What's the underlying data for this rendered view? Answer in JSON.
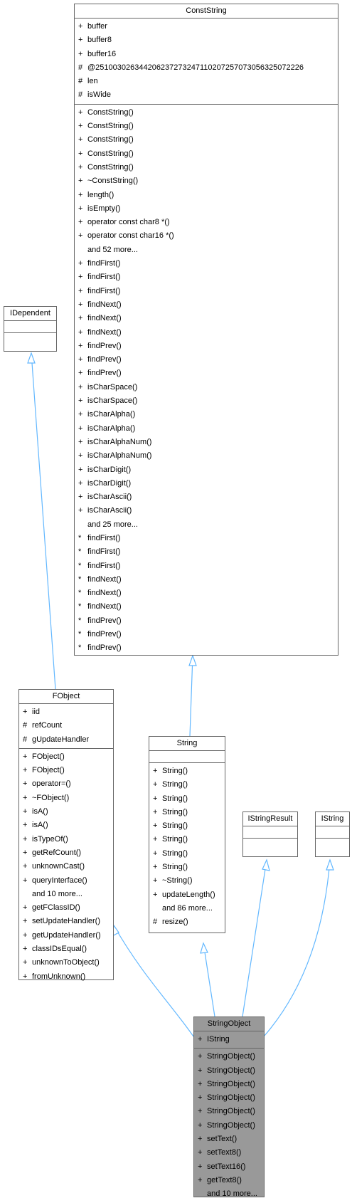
{
  "classes": {
    "ConstString": {
      "name": "ConstString",
      "attributes": [
        {
          "vis": "+",
          "name": "buffer"
        },
        {
          "vis": "+",
          "name": "buffer8"
        },
        {
          "vis": "+",
          "name": "buffer16"
        },
        {
          "vis": "#",
          "name": "@25100302634420623727324711020725707305632507222​6"
        },
        {
          "vis": "#",
          "name": "len"
        },
        {
          "vis": "#",
          "name": "isWide"
        }
      ],
      "methods": [
        {
          "vis": "+",
          "name": "ConstString()"
        },
        {
          "vis": "+",
          "name": "ConstString()"
        },
        {
          "vis": "+",
          "name": "ConstString()"
        },
        {
          "vis": "+",
          "name": "ConstString()"
        },
        {
          "vis": "+",
          "name": "ConstString()"
        },
        {
          "vis": "+",
          "name": "~ConstString()"
        },
        {
          "vis": "+",
          "name": "length()"
        },
        {
          "vis": "+",
          "name": "isEmpty()"
        },
        {
          "vis": "+",
          "name": "operator const char8 *()"
        },
        {
          "vis": "+",
          "name": "operator const char16 *()"
        },
        {
          "vis": "",
          "name": "and 52 more..."
        },
        {
          "vis": "+",
          "name": "findFirst()"
        },
        {
          "vis": "+",
          "name": "findFirst()"
        },
        {
          "vis": "+",
          "name": "findFirst()"
        },
        {
          "vis": "+",
          "name": "findNext()"
        },
        {
          "vis": "+",
          "name": "findNext()"
        },
        {
          "vis": "+",
          "name": "findNext()"
        },
        {
          "vis": "+",
          "name": "findPrev()"
        },
        {
          "vis": "+",
          "name": "findPrev()"
        },
        {
          "vis": "+",
          "name": "findPrev()"
        },
        {
          "vis": "+",
          "name": "isCharSpace()"
        },
        {
          "vis": "+",
          "name": "isCharSpace()"
        },
        {
          "vis": "+",
          "name": "isCharAlpha()"
        },
        {
          "vis": "+",
          "name": "isCharAlpha()"
        },
        {
          "vis": "+",
          "name": "isCharAlphaNum()"
        },
        {
          "vis": "+",
          "name": "isCharAlphaNum()"
        },
        {
          "vis": "+",
          "name": "isCharDigit()"
        },
        {
          "vis": "+",
          "name": "isCharDigit()"
        },
        {
          "vis": "+",
          "name": "isCharAscii()"
        },
        {
          "vis": "+",
          "name": "isCharAscii()"
        },
        {
          "vis": "",
          "name": "and 25 more..."
        },
        {
          "vis": "*",
          "name": "findFirst()"
        },
        {
          "vis": "*",
          "name": "findFirst()"
        },
        {
          "vis": "*",
          "name": "findFirst()"
        },
        {
          "vis": "*",
          "name": "findNext()"
        },
        {
          "vis": "*",
          "name": "findNext()"
        },
        {
          "vis": "*",
          "name": "findNext()"
        },
        {
          "vis": "*",
          "name": "findPrev()"
        },
        {
          "vis": "*",
          "name": "findPrev()"
        },
        {
          "vis": "*",
          "name": "findPrev()"
        }
      ]
    },
    "IDependent": {
      "name": "IDependent",
      "attributes": [],
      "methods": []
    },
    "FObject": {
      "name": "FObject",
      "attributes": [
        {
          "vis": "+",
          "name": "iid"
        },
        {
          "vis": "#",
          "name": "refCount"
        },
        {
          "vis": "#",
          "name": "gUpdateHandler"
        }
      ],
      "methods": [
        {
          "vis": "+",
          "name": "FObject()"
        },
        {
          "vis": "+",
          "name": "FObject()"
        },
        {
          "vis": "+",
          "name": "operator=()"
        },
        {
          "vis": "+",
          "name": "~FObject()"
        },
        {
          "vis": "+",
          "name": "isA()"
        },
        {
          "vis": "+",
          "name": "isA()"
        },
        {
          "vis": "+",
          "name": "isTypeOf()"
        },
        {
          "vis": "+",
          "name": "getRefCount()"
        },
        {
          "vis": "+",
          "name": "unknownCast()"
        },
        {
          "vis": "+",
          "name": "queryInterface()"
        },
        {
          "vis": "",
          "name": "and 10 more..."
        },
        {
          "vis": "+",
          "name": "getFClassID()"
        },
        {
          "vis": "+",
          "name": "setUpdateHandler()"
        },
        {
          "vis": "+",
          "name": "getUpdateHandler()"
        },
        {
          "vis": "+",
          "name": "classIDsEqual()"
        },
        {
          "vis": "+",
          "name": "unknownToObject()"
        },
        {
          "vis": "+",
          "name": "fromUnknown()"
        }
      ]
    },
    "String": {
      "name": "String",
      "attributes": [],
      "methods": [
        {
          "vis": "+",
          "name": "String()"
        },
        {
          "vis": "+",
          "name": "String()"
        },
        {
          "vis": "+",
          "name": "String()"
        },
        {
          "vis": "+",
          "name": "String()"
        },
        {
          "vis": "+",
          "name": "String()"
        },
        {
          "vis": "+",
          "name": "String()"
        },
        {
          "vis": "+",
          "name": "String()"
        },
        {
          "vis": "+",
          "name": "String()"
        },
        {
          "vis": "+",
          "name": "~String()"
        },
        {
          "vis": "+",
          "name": "updateLength()"
        },
        {
          "vis": "",
          "name": "and 86 more..."
        },
        {
          "vis": "#",
          "name": "resize()"
        }
      ]
    },
    "IStringResult": {
      "name": "IStringResult",
      "attributes": [],
      "methods": []
    },
    "IString": {
      "name": "IString",
      "attributes": [],
      "methods": []
    },
    "StringObject": {
      "name": "StringObject",
      "attributes": [
        {
          "vis": "+",
          "name": "IString"
        }
      ],
      "methods": [
        {
          "vis": "+",
          "name": "StringObject()"
        },
        {
          "vis": "+",
          "name": "StringObject()"
        },
        {
          "vis": "+",
          "name": "StringObject()"
        },
        {
          "vis": "+",
          "name": "StringObject()"
        },
        {
          "vis": "+",
          "name": "StringObject()"
        },
        {
          "vis": "+",
          "name": "StringObject()"
        },
        {
          "vis": "+",
          "name": "setText()"
        },
        {
          "vis": "+",
          "name": "setText8()"
        },
        {
          "vis": "+",
          "name": "setText16()"
        },
        {
          "vis": "+",
          "name": "getText8()"
        },
        {
          "vis": "",
          "name": "and 10 more..."
        }
      ]
    }
  },
  "colors": {
    "edge": "#63b8ff",
    "border": "#666666",
    "highlight": "#999999"
  }
}
